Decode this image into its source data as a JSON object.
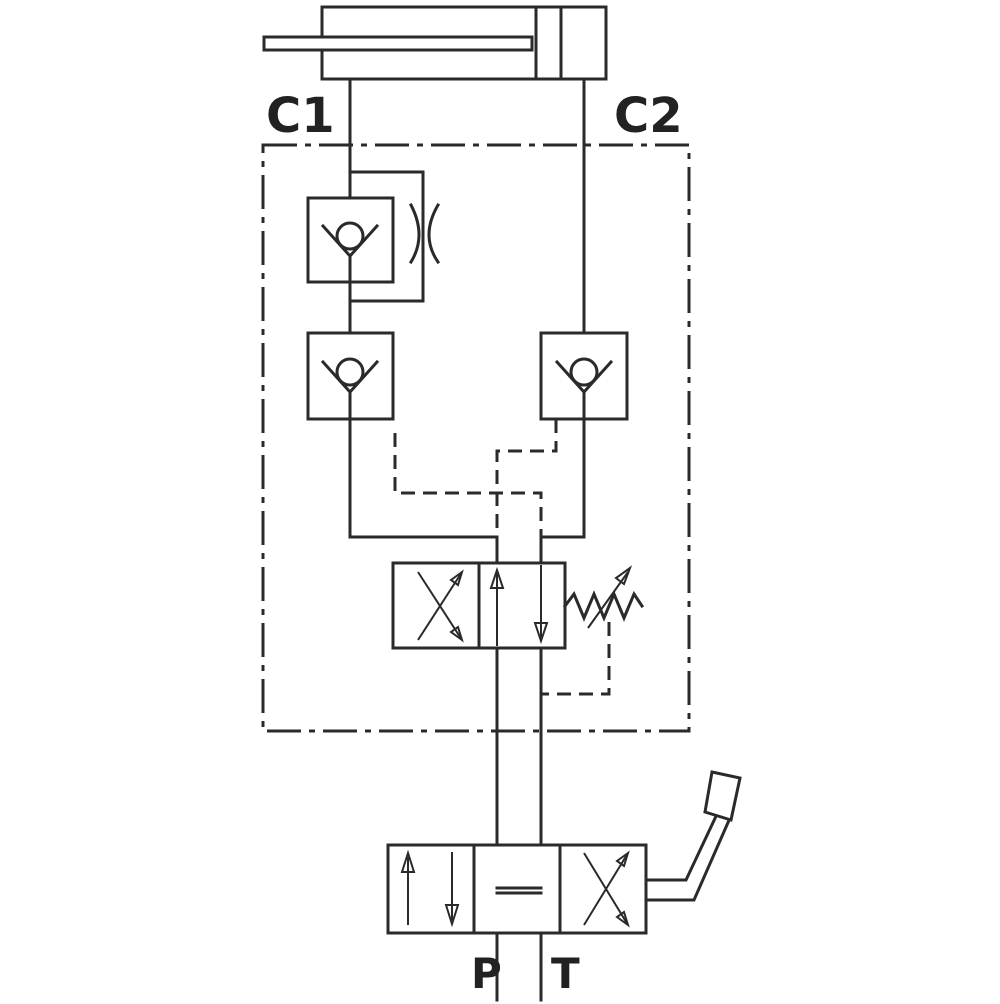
{
  "ports": {
    "cylinder_port_1": "C1",
    "cylinder_port_2": "C2",
    "pressure_port": "P",
    "tank_port": "T"
  },
  "colors": {
    "line": "#2a2a2a",
    "background": "#ffffff"
  }
}
